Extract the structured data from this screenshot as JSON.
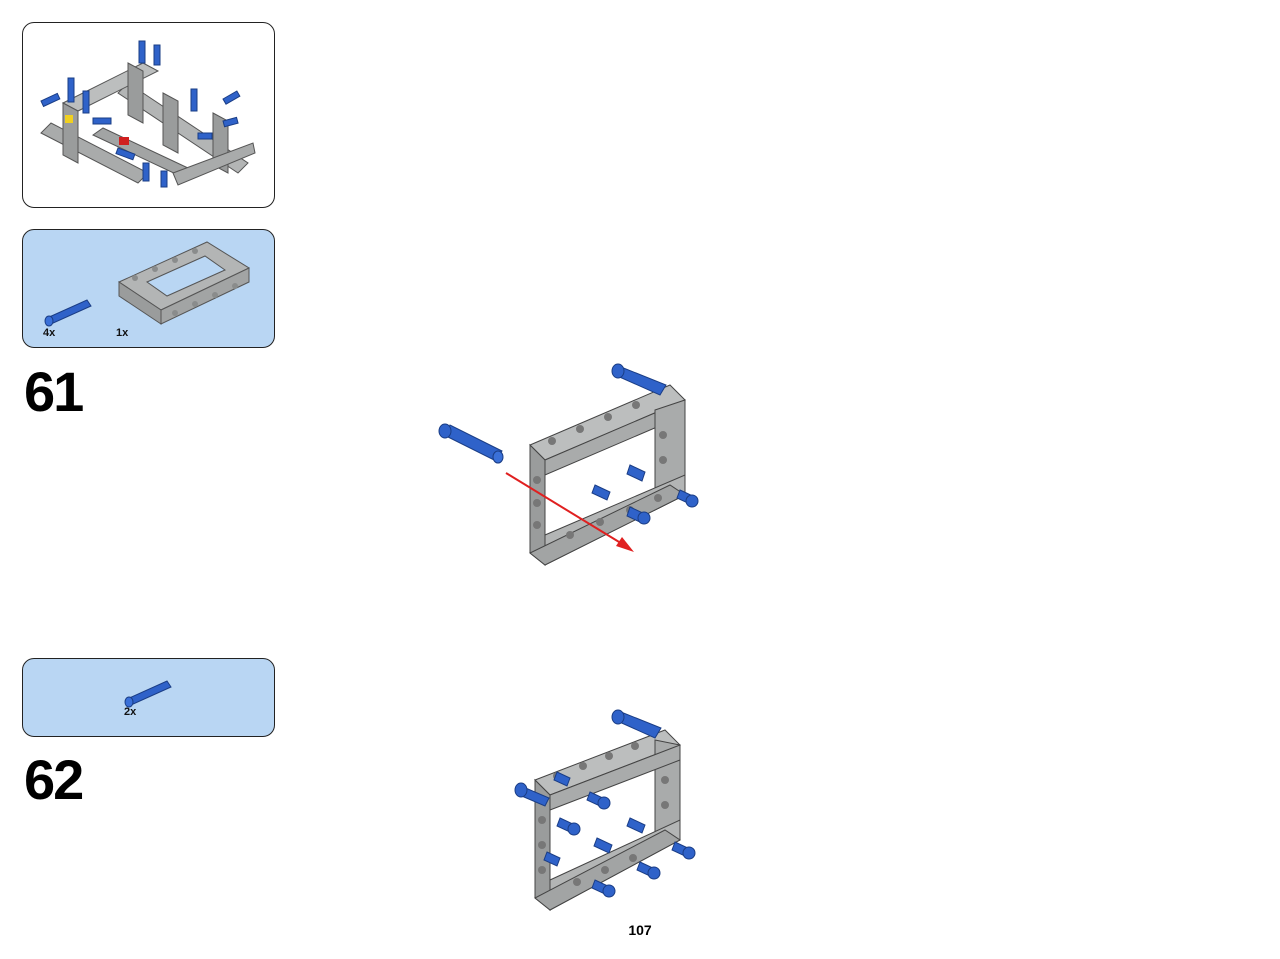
{
  "page": {
    "number": "107"
  },
  "steps": [
    {
      "number": "61",
      "parts": [
        {
          "qty": "4x",
          "part": "blue-pin"
        },
        {
          "qty": "1x",
          "part": "grey-frame-5x7"
        }
      ]
    },
    {
      "number": "62",
      "parts": [
        {
          "qty": "2x",
          "part": "blue-pin"
        }
      ]
    }
  ],
  "colors": {
    "parts_panel_bg": "#b9d6f3",
    "frame_grey": "#a9abab",
    "pin_blue": "#2f62c9",
    "arrow_red": "#e02020"
  }
}
